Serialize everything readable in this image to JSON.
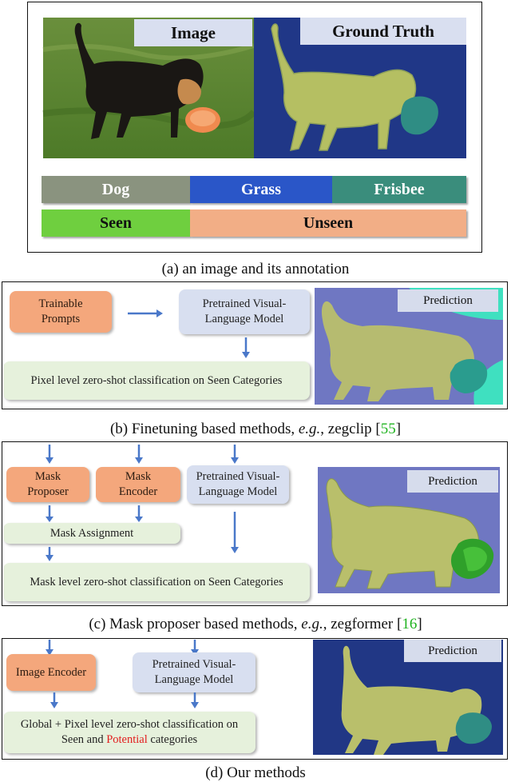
{
  "panel_a": {
    "image_tag": "Image",
    "gt_tag": "Ground Truth",
    "classes": [
      {
        "label": "Dog",
        "color": "#8a937f"
      },
      {
        "label": "Grass",
        "color": "#2a56c8"
      },
      {
        "label": "Frisbee",
        "color": "#3a8d7c"
      }
    ],
    "splits": [
      {
        "label": "Seen",
        "color": "#6fcf3f"
      },
      {
        "label": "Unseen",
        "color": "#f2ae86"
      }
    ],
    "caption": "(a) an image and its annotation"
  },
  "panel_b": {
    "box_trainable": "Trainable Prompts",
    "box_vlm": "Pretrained Visual-Language Model",
    "box_classify": "Pixel level zero-shot classification on Seen Categories",
    "prediction": "Prediction",
    "caption_main": "(b) Finetuning based methods, ",
    "caption_eg": "e.g.",
    "caption_name": ", zegclip [",
    "caption_ref": "55",
    "caption_end": "]"
  },
  "panel_c": {
    "box_proposer": "Mask Proposer",
    "box_encoder": "Mask Encoder",
    "box_vlm": "Pretrained Visual-Language Model",
    "box_assign": "Mask Assignment",
    "box_classify": "Mask level zero-shot classification on Seen Categories",
    "prediction": "Prediction",
    "caption_main": "(c) Mask proposer based methods, ",
    "caption_eg": "e.g.",
    "caption_name": ", zegformer [",
    "caption_ref": "16",
    "caption_end": "]"
  },
  "panel_d": {
    "box_encoder": "Image Encoder",
    "box_vlm": "Pretrained Visual-Language Model",
    "box_classify_1": "Global + Pixel level zero-shot classification on",
    "box_classify_2a": "Seen and ",
    "box_classify_potential": "Potential",
    "box_classify_2b": " categories",
    "prediction": "Prediction",
    "caption": "(d) Our methods"
  }
}
